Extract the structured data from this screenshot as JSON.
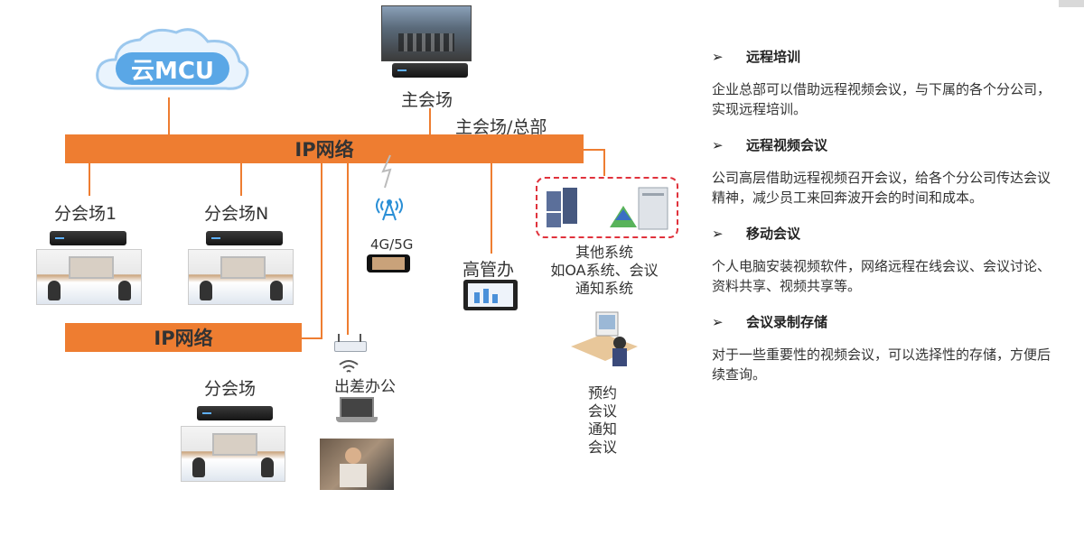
{
  "cloud": {
    "label": "云MCU"
  },
  "networks": {
    "main": "IP网络",
    "secondary": "IP网络"
  },
  "nodes": {
    "main_venue": "主会场",
    "main_hq": "主会场/总部",
    "branch1": "分会场1",
    "branchN": "分会场N",
    "branch": "分会场",
    "mobile": "4G/5G",
    "exec_office": "高管办",
    "travel": "出差办公",
    "other_systems": [
      "其他系统",
      "如OA系统、会议",
      "通知系统"
    ],
    "booking": [
      "预约",
      "会议",
      "通知",
      "会议"
    ]
  },
  "features": [
    {
      "title": "远程培训",
      "text": "企业总部可以借助远程视频会议，与下属的各个分公司，实现远程培训。"
    },
    {
      "title": "远程视频会议",
      "text": "公司高层借助远程视频召开会议，给各个分公司传达会议精神，减少员工来回奔波开会的时间和成本。"
    },
    {
      "title": "移动会议",
      "text": "个人电脑安装视频软件，网络远程在线会议、会议讨论、资料共享、视频共享等。"
    },
    {
      "title": "会议录制存储",
      "text": "对于一些重要性的视频会议，可以选择性的存储，方便后续查询。"
    }
  ],
  "colors": {
    "accent": "#ee7d31",
    "cloud": "#5aa7e6",
    "dashed": "#e0323c"
  }
}
